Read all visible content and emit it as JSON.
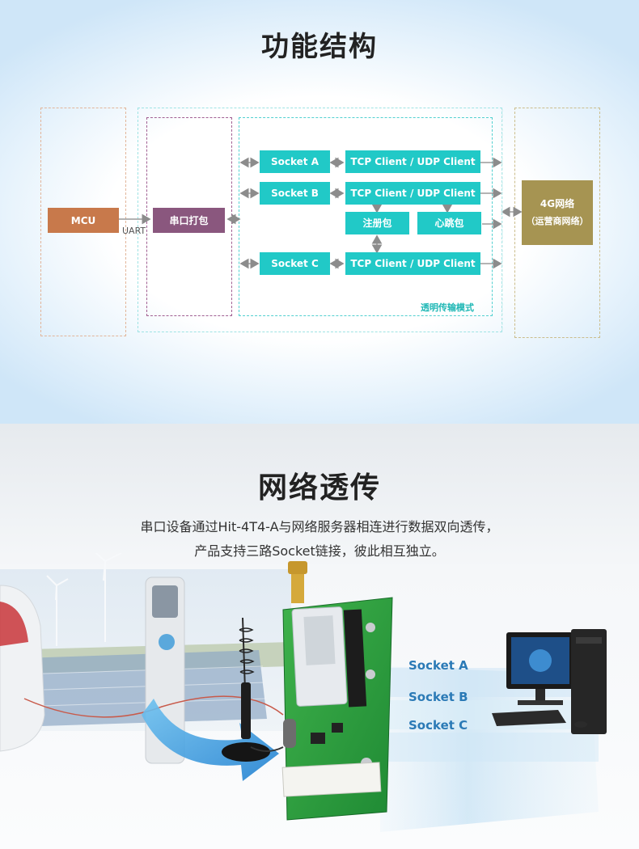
{
  "section1": {
    "title": "功能结构",
    "mcu": "MCU",
    "uart": "UART",
    "packet": "串口打包",
    "sockets": [
      "Socket A",
      "Socket B",
      "Socket C"
    ],
    "client": "TCP Client / UDP Client",
    "register": "注册包",
    "heartbeat": "心跳包",
    "network_line1": "4G网络",
    "network_line2": "（运营商网络）",
    "mode": "透明传输模式",
    "colors": {
      "mcu": "#c8794b",
      "packet": "#8a577e",
      "teal": "#21c9c7",
      "network": "#a69452"
    }
  },
  "section2": {
    "title": "网络透传",
    "desc_line1": "串口设备通过Hit-4T4-A与网络服务器相连进行数据双向透传，",
    "desc_line2": "产品支持三路Socket链接，彼此相互独立。",
    "socket_labels": [
      "Socket A",
      "Socket B",
      "Socket C"
    ]
  }
}
